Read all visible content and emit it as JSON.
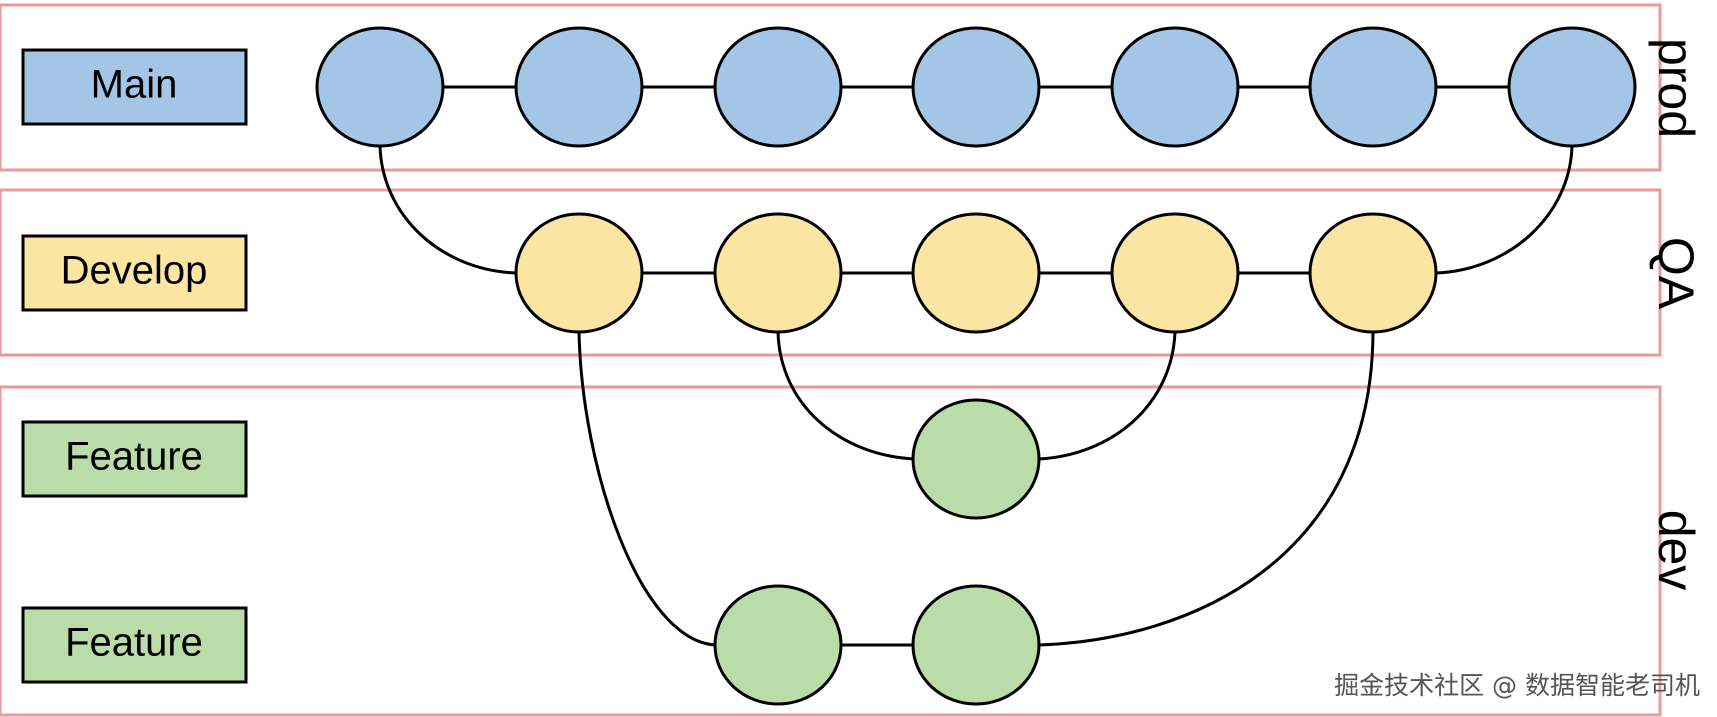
{
  "colors": {
    "main": "#a4c6e6",
    "develop": "#fbe5a3",
    "feature": "#b9dca8",
    "lane_border": "#e99a9a",
    "stroke": "#000000"
  },
  "lanes": [
    {
      "env": "prod"
    },
    {
      "env": "QA"
    },
    {
      "env": "dev"
    }
  ],
  "branches": [
    {
      "label": "Main",
      "kind": "main"
    },
    {
      "label": "Develop",
      "kind": "develop"
    },
    {
      "label": "Feature",
      "kind": "feature"
    },
    {
      "label": "Feature",
      "kind": "feature"
    }
  ],
  "watermark": "掘金技术社区 @ 数据智能老司机"
}
